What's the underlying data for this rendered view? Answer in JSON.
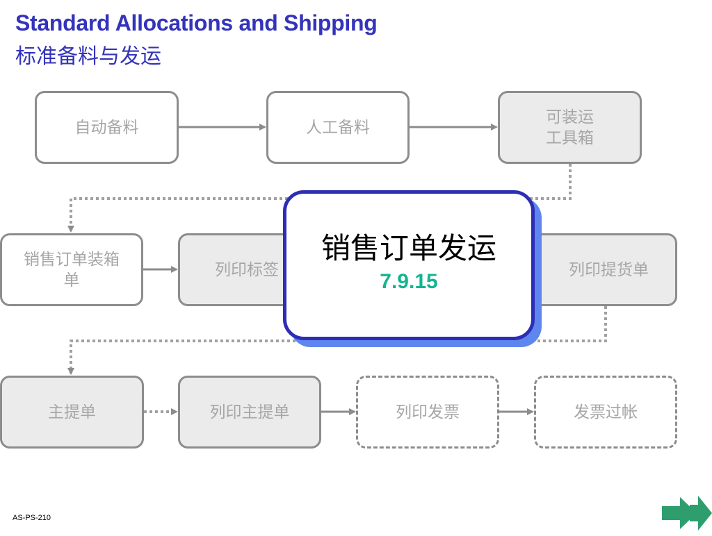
{
  "header": {
    "title_en": "Standard Allocations and Shipping",
    "title_cn": "标准备料与发运"
  },
  "steps": {
    "auto_allocate": "自动备料",
    "manual_allocate": "人工备料",
    "ship_toolbox": "可装运\n工具箱",
    "sales_order_pack": "销售订单装箱\n单",
    "print_labels": "列印标签",
    "print_bol": "列印提货单",
    "master_bol": "主提单",
    "print_master_bol": "列印主提单",
    "print_invoice": "列印发票",
    "post_invoice": "发票过帐"
  },
  "feature": {
    "title": "销售订单发运",
    "code": "7.9.15"
  },
  "footer": {
    "page_code": "AS-PS-210"
  },
  "colors": {
    "title": "#3333bb",
    "box_border": "#8c8c8c",
    "box_text": "#a6a6a6",
    "box_fill_gray": "#ebebeb",
    "feature_border": "#2d2db5",
    "feature_shadow": "#5f86ef",
    "feature_code": "#13b590",
    "next_arrow": "#2e9e6e"
  },
  "icons": {
    "next": "double-right-arrow-icon"
  }
}
